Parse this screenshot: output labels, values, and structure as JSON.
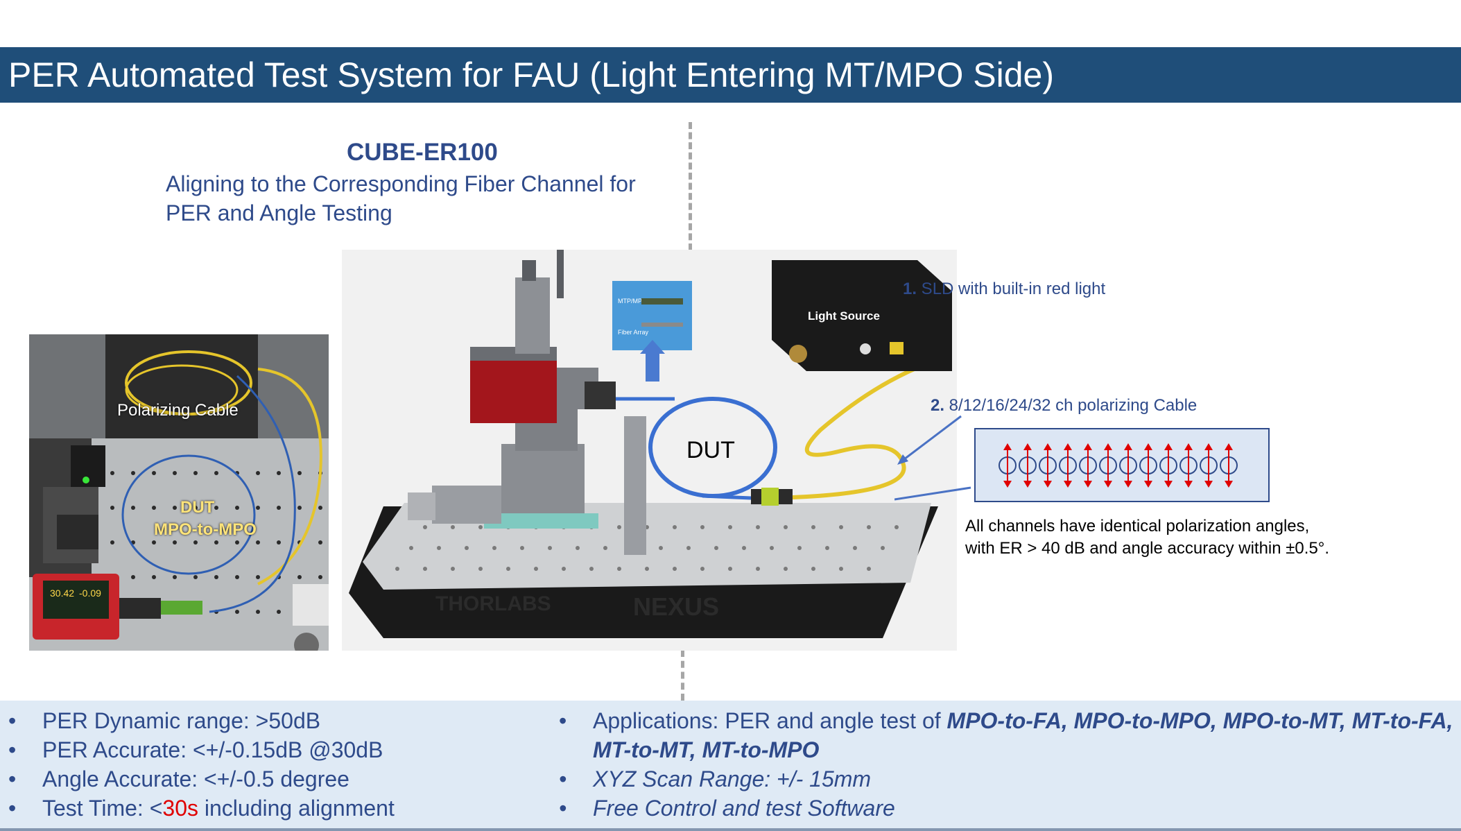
{
  "title": "PER Automated Test System for FAU (Light Entering MT/MPO Side)",
  "product": {
    "name": "CUBE-ER100",
    "description": "Aligning to the Corresponding Fiber Channel for PER and Angle Testing"
  },
  "photo": {
    "polarizing_cable": "Polarizing Cable",
    "dut": "DUT",
    "dut_type": "MPO-to-MPO",
    "meter_reading_1": "30.42",
    "meter_reading_2": "-0.09"
  },
  "render": {
    "dut_label": "DUT",
    "light_source": "Light Source",
    "mtp_mpo": "MTP/MPO",
    "fiber_array": "Fiber Array",
    "breadboard_brand": "THORLABS",
    "stage_brand": "NEXUS"
  },
  "annotations": {
    "item1_num": "1.",
    "item1_text": " SLD with built-in red light",
    "item2_num": "2.",
    "item2_text": " 8/12/16/24/32 ch  polarizing Cable"
  },
  "channel_note": {
    "line1": "All channels have identical polarization angles,",
    "line2": "with ER > 40 dB and angle accuracy within ±0.5°."
  },
  "specs_left": [
    "PER Dynamic range: >50dB",
    "PER Accurate: <+/-0.15dB @30dB",
    "Angle Accurate: <+/-0.5 degree"
  ],
  "test_time": {
    "prefix": "Test Time:  <",
    "value": "30s",
    "suffix": " including alignment"
  },
  "specs_right": {
    "applications_label": "Applications: PER and angle test of ",
    "applications_list_1": "MPO-to-FA, MPO-to-MPO, MPO-to-MT, MT-to-FA,",
    "applications_list_2": "MT-to-MT, MT-to-MPO",
    "scan_range": "XYZ Scan Range: +/- 15mm",
    "software": "Free Control and test Software"
  },
  "colors": {
    "title_bar": "#1f4e79",
    "accent_text": "#2e4a8a",
    "spec_band": "#dfeaf5",
    "highlight": "#e00000"
  }
}
